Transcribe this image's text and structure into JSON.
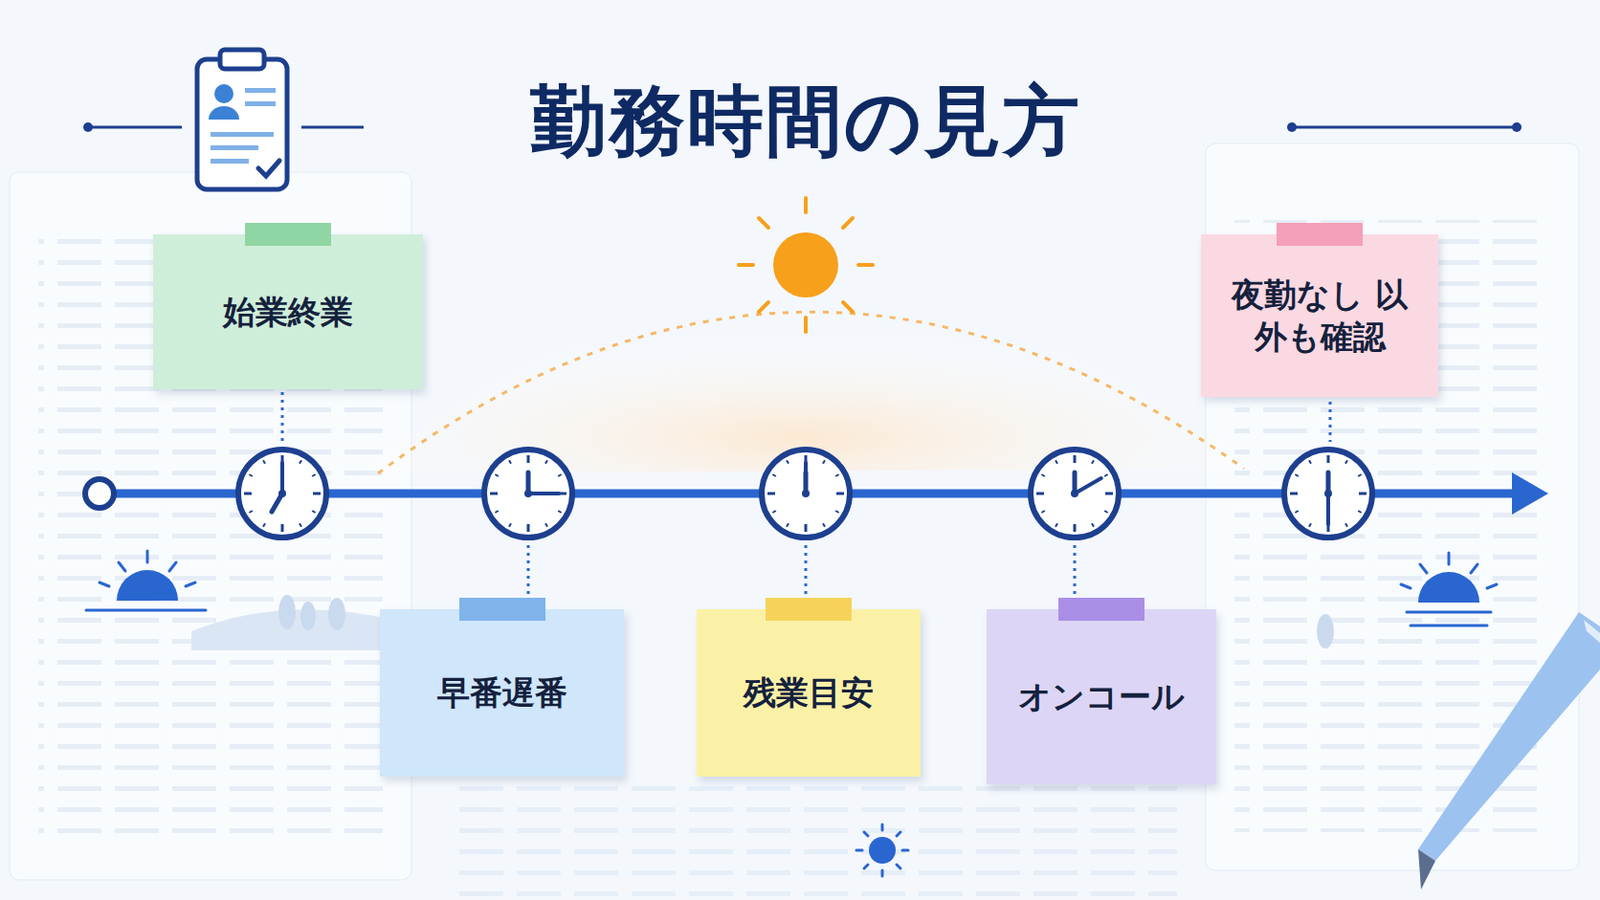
{
  "diagram": {
    "title": "勤務時間の見方",
    "nodes": [
      {
        "text": [
          "始業終業"
        ]
      },
      {
        "text": [
          "早番遅番"
        ]
      },
      {
        "text": [
          "残業目安"
        ]
      },
      {
        "text": [
          "オンコール"
        ]
      },
      {
        "text": [
          "夜勤なし 以外も確認"
        ]
      }
    ]
  }
}
